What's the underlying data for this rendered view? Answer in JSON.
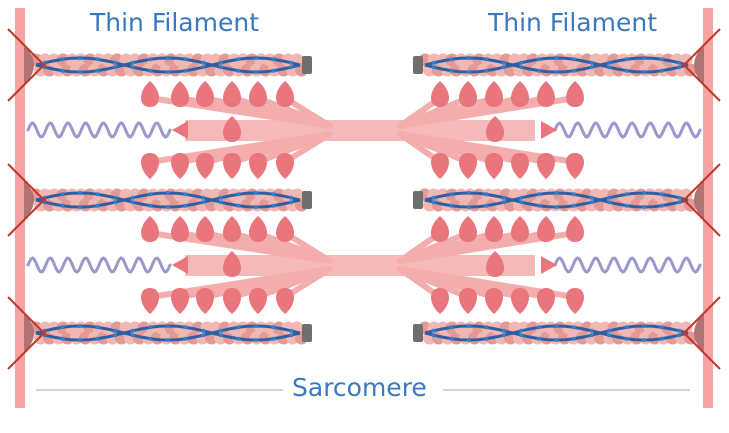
{
  "labels": {
    "thin_filament_left": "Thin Filament",
    "thin_filament_right": "Thin Filament",
    "sarcomere": "Sarcomere"
  },
  "colors": {
    "z_disc": "#f5a3a3",
    "z_disc_cap": "#b07373",
    "anchor_line": "#c0392b",
    "actin_bead": "#f1b7b3",
    "actin_bead_dark": "#e39a96",
    "tropomyosin": "#2e5fa3",
    "troponin_dot": "#2f7fd1",
    "end_cap": "#6f6f6f",
    "myosin_tail": "#f4adad",
    "myosin_head": "#e9757d",
    "titin": "#9b98cc",
    "sarcomere_line": "#b8c7dd",
    "label_text": "#3a78bf"
  }
}
